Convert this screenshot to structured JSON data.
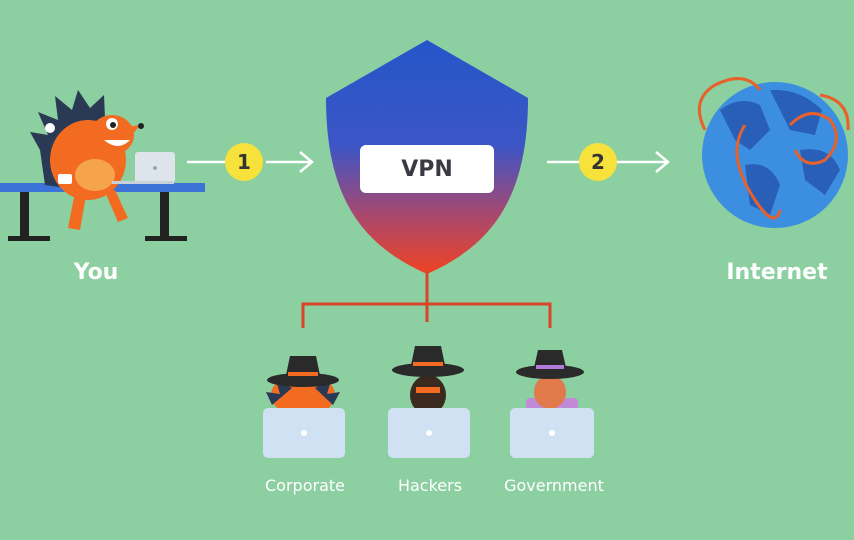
{
  "nodes": {
    "you": "You",
    "internet": "Internet",
    "vpn": "VPN",
    "corporate": "Corporate",
    "hackers": "Hackers",
    "government": "Government"
  },
  "steps": [
    "1",
    "2"
  ],
  "colors": {
    "background": "#8ccfa0",
    "shield_top": "#2456c8",
    "shield_bottom": "#e9432a",
    "step_badge": "#f7e23c",
    "connector": "#d9442b",
    "globe_ocean": "#3c8fe0",
    "globe_land": "#2a5fb8"
  }
}
